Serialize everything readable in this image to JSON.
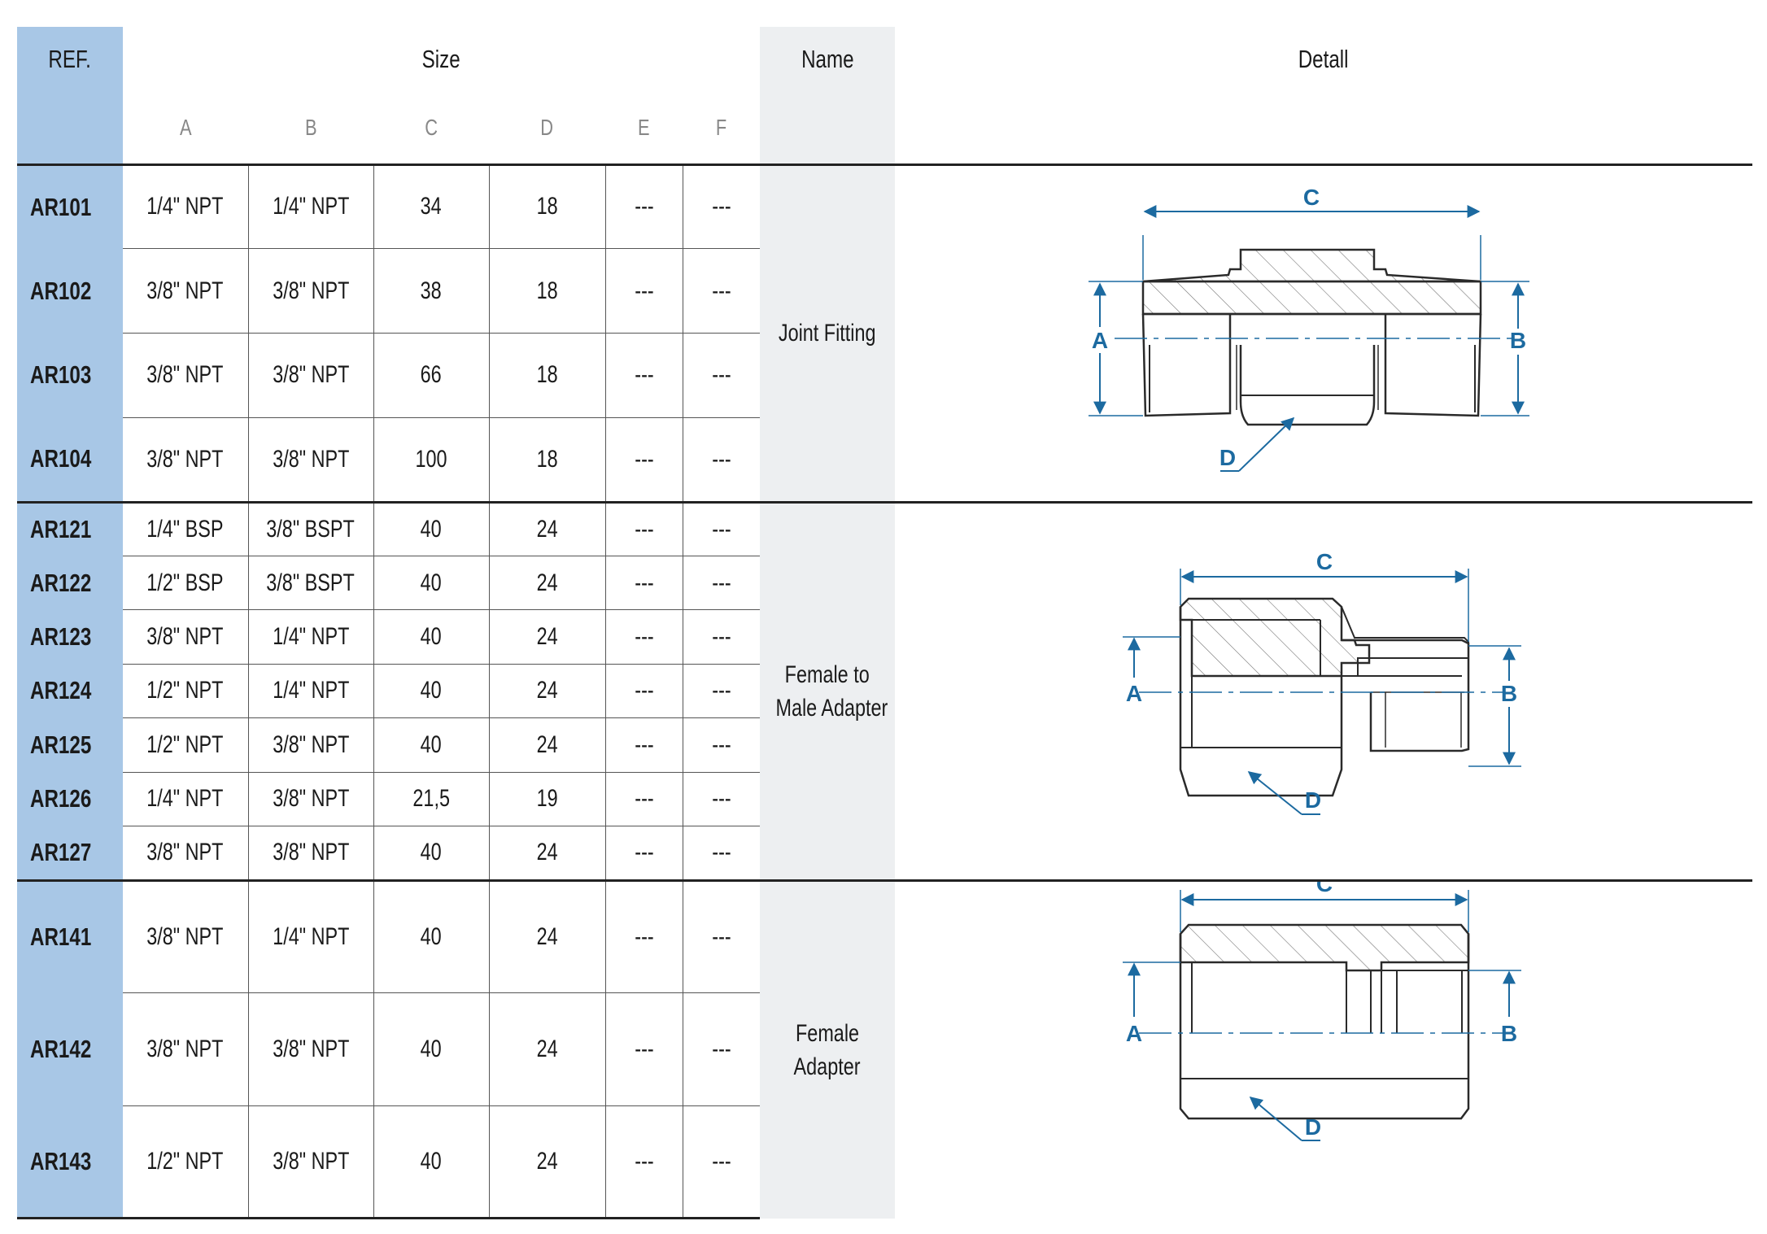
{
  "header": {
    "ref": "REF.",
    "size": "Size",
    "name": "Name",
    "detail": "Detall",
    "sub_columns": [
      "A",
      "B",
      "C",
      "D",
      "E",
      "F"
    ]
  },
  "groups": [
    {
      "name_lines": [
        "Joint Fitting"
      ],
      "rows": [
        {
          "ref": "AR101",
          "a": "1/4\" NPT",
          "b": "1/4\" NPT",
          "c": "34",
          "d": "18",
          "e": "---",
          "f": "---"
        },
        {
          "ref": "AR102",
          "a": "3/8\" NPT",
          "b": "3/8\" NPT",
          "c": "38",
          "d": "18",
          "e": "---",
          "f": "---"
        },
        {
          "ref": "AR103",
          "a": "3/8\" NPT",
          "b": "3/8\" NPT",
          "c": "66",
          "d": "18",
          "e": "---",
          "f": "---"
        },
        {
          "ref": "AR104",
          "a": "3/8\" NPT",
          "b": "3/8\" NPT",
          "c": "100",
          "d": "18",
          "e": "---",
          "f": "---"
        }
      ],
      "diagram_labels": {
        "c": "C",
        "a": "A",
        "b": "B",
        "d": "D"
      }
    },
    {
      "name_lines": [
        "Female to",
        "Male Adapter"
      ],
      "rows": [
        {
          "ref": "AR121",
          "a": "1/4\" BSP",
          "b": "3/8\" BSPT",
          "c": "40",
          "d": "24",
          "e": "---",
          "f": "---"
        },
        {
          "ref": "AR122",
          "a": "1/2\" BSP",
          "b": "3/8\" BSPT",
          "c": "40",
          "d": "24",
          "e": "---",
          "f": "---"
        },
        {
          "ref": "AR123",
          "a": "3/8\" NPT",
          "b": "1/4\" NPT",
          "c": "40",
          "d": "24",
          "e": "---",
          "f": "---"
        },
        {
          "ref": "AR124",
          "a": "1/2\" NPT",
          "b": "1/4\" NPT",
          "c": "40",
          "d": "24",
          "e": "---",
          "f": "---"
        },
        {
          "ref": "AR125",
          "a": "1/2\" NPT",
          "b": "3/8\" NPT",
          "c": "40",
          "d": "24",
          "e": "---",
          "f": "---"
        },
        {
          "ref": "AR126",
          "a": "1/4\" NPT",
          "b": "3/8\" NPT",
          "c": "21,5",
          "d": "19",
          "e": "---",
          "f": "---"
        },
        {
          "ref": "AR127",
          "a": "3/8\" NPT",
          "b": "3/8\" NPT",
          "c": "40",
          "d": "24",
          "e": "---",
          "f": "---"
        }
      ],
      "diagram_labels": {
        "c": "C",
        "a": "A",
        "b": "B",
        "d": "D"
      }
    },
    {
      "name_lines": [
        "Female",
        "Adapter"
      ],
      "rows": [
        {
          "ref": "AR141",
          "a": "3/8\" NPT",
          "b": "1/4\" NPT",
          "c": "40",
          "d": "24",
          "e": "---",
          "f": "---"
        },
        {
          "ref": "AR142",
          "a": "3/8\" NPT",
          "b": "3/8\" NPT",
          "c": "40",
          "d": "24",
          "e": "---",
          "f": "---"
        },
        {
          "ref": "AR143",
          "a": "1/2\" NPT",
          "b": "3/8\" NPT",
          "c": "40",
          "d": "24",
          "e": "---",
          "f": "---"
        }
      ],
      "diagram_labels": {
        "c": "C",
        "a": "A",
        "b": "B",
        "d": "D"
      }
    }
  ],
  "colors": {
    "ref_column": "#a8c7e6",
    "name_column": "#edeff1",
    "dimension_blue": "#1c6aa0"
  }
}
